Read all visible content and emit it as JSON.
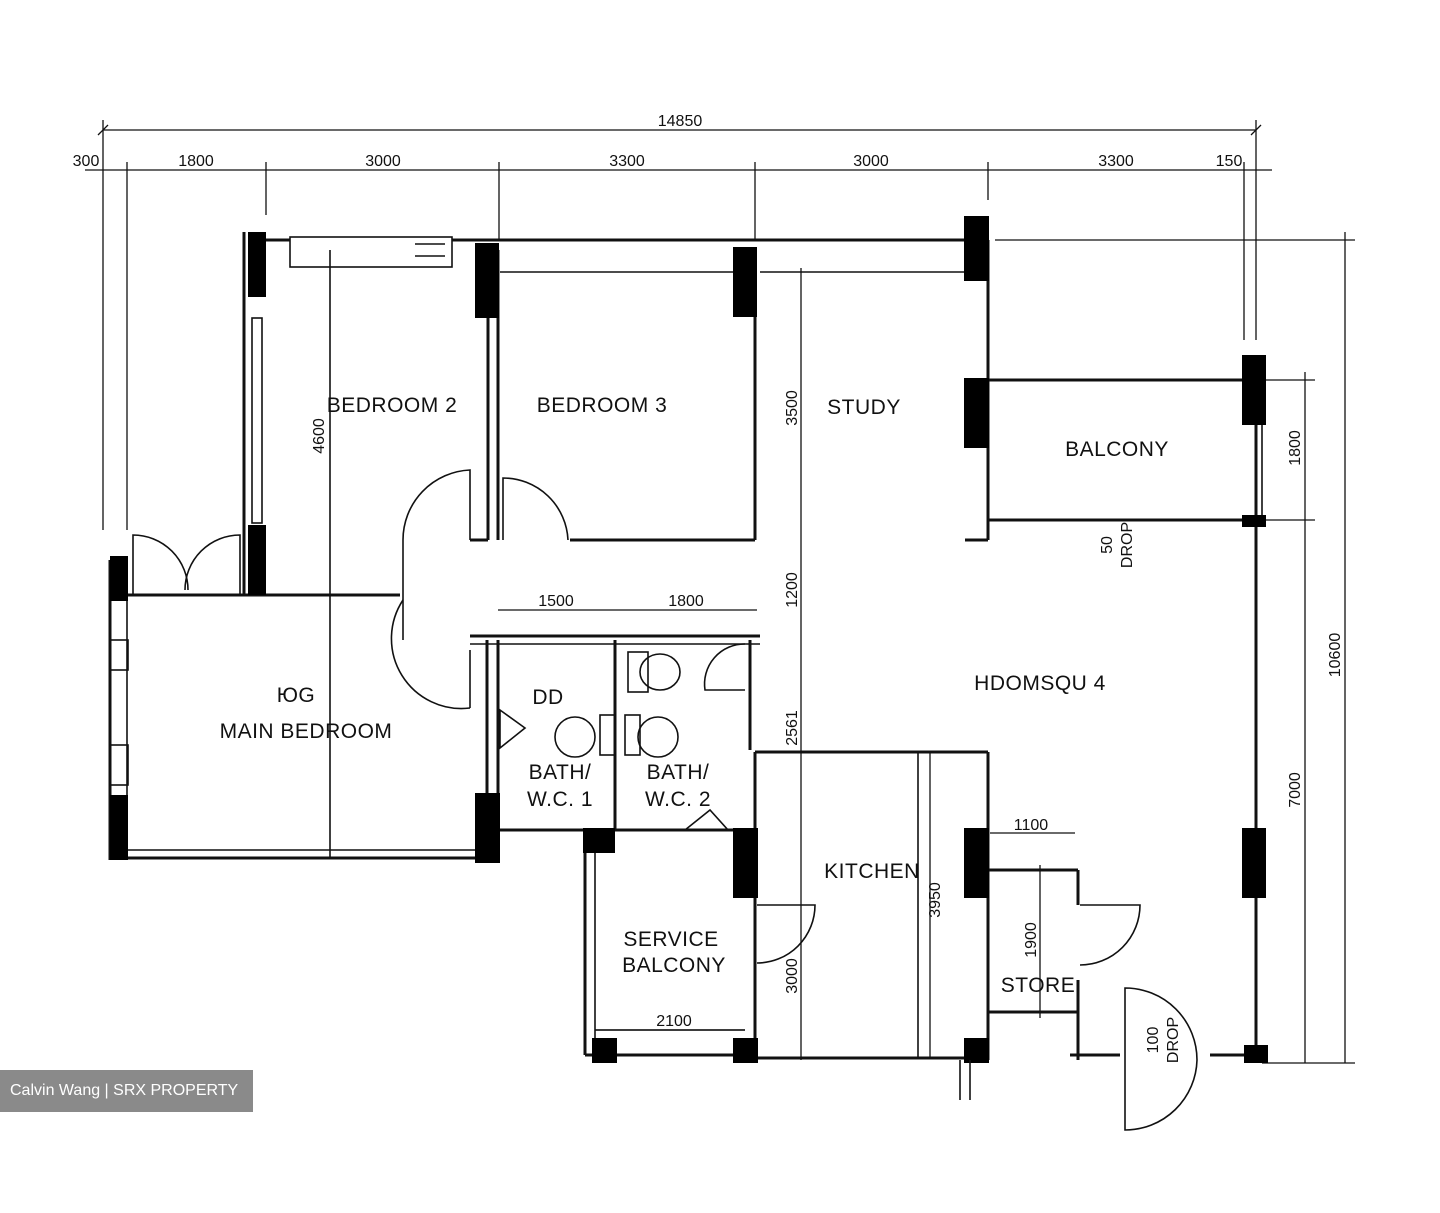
{
  "overall": {
    "width_label": "14850",
    "height_label": "10600"
  },
  "top_dims": [
    "300",
    "1800",
    "3000",
    "3300",
    "3000",
    "3300",
    "150"
  ],
  "rooms": {
    "bedroom2": "BEDROOM 2",
    "bedroom3": "BEDROOM 3",
    "study": "STUDY",
    "balcony": "BALCONY",
    "main_bedroom_top": "ЮG",
    "main_bedroom": "MAIN BEDROOM",
    "living": "HDOMSQU 4",
    "bath1_line1": "BATH/",
    "bath1_line2": "W.C. 1",
    "bath2_line1": "BATH/",
    "bath2_line2": "W.C. 2",
    "kitchen": "KITCHEN",
    "service_line1": "SERVICE",
    "service_line2": "BALCONY",
    "store": "STORE",
    "bath_mark": "DD"
  },
  "inner_dims": {
    "d4600": "4600",
    "d3500": "3500",
    "d1200": "1200",
    "d1500": "1500",
    "d1800_bath": "1800",
    "d2561": "2561",
    "d3950": "3950",
    "d3000": "3000",
    "d1100": "1100",
    "d1900": "1900",
    "d2100": "2100",
    "d1800_right": "1800",
    "d7000": "7000",
    "drop50_a": "50",
    "drop50_b": "DROP",
    "drop100_a": "100",
    "drop100_b": "DROP"
  },
  "watermark": "Calvin Wang | SRX PROPERTY"
}
